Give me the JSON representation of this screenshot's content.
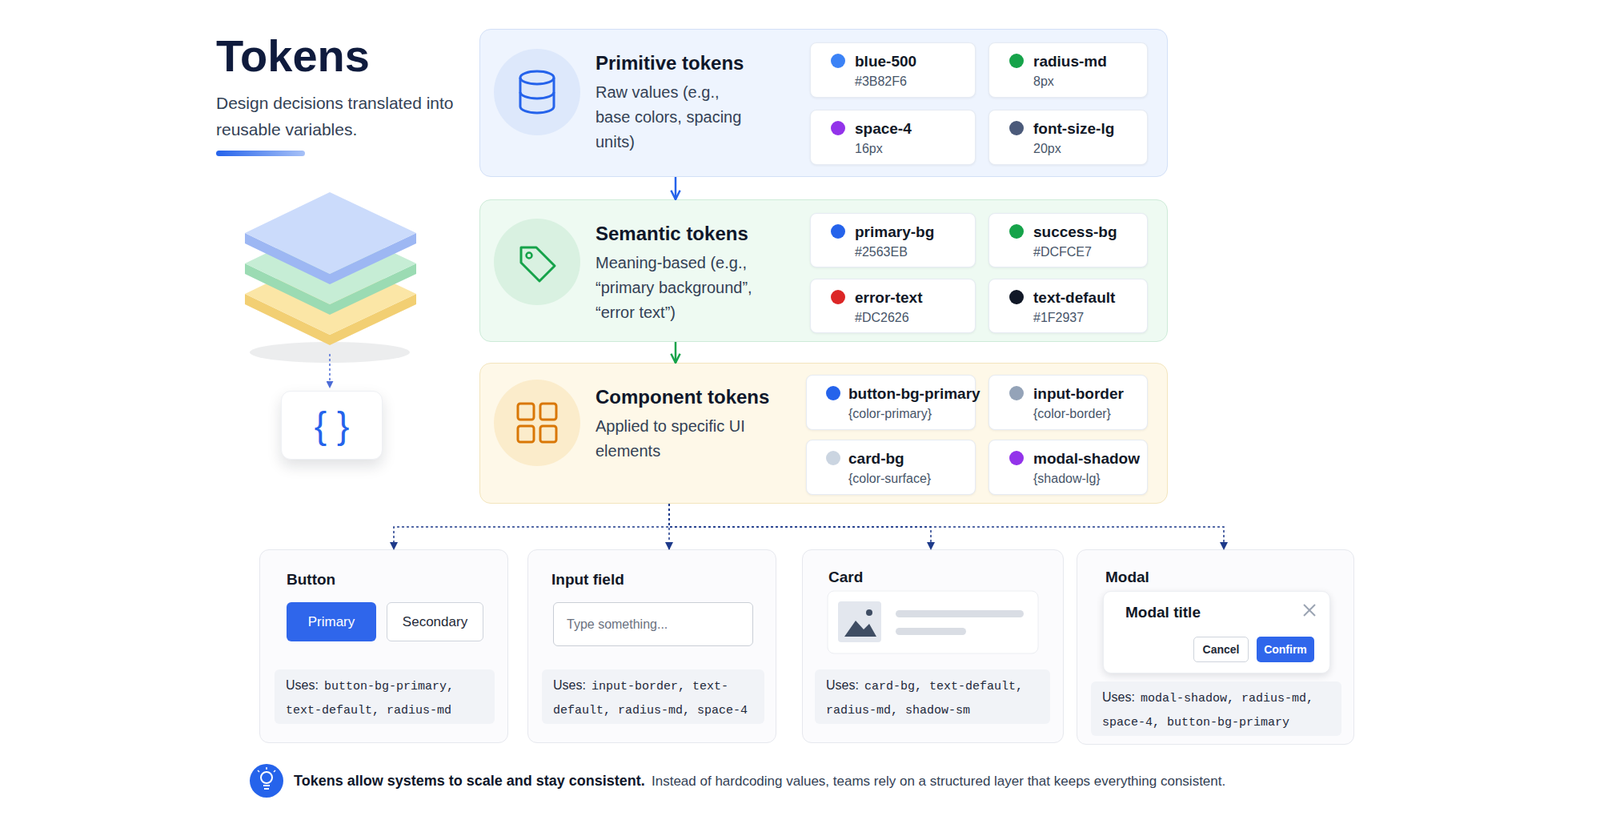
{
  "diagram": {
    "title": "Tokens",
    "nodes": [
      {
        "text": [
          "Primitive tokens",
          "Raw values (e.g., base colors, spacing units)"
        ]
      },
      {
        "text": [
          "blue-500",
          "#3B82F6"
        ],
        "in": 0
      },
      {
        "text": [
          "radius-md",
          "8px"
        ],
        "in": 0
      },
      {
        "text": [
          "space-4",
          "16px"
        ],
        "in": 0
      },
      {
        "text": [
          "font-size-lg",
          "20px"
        ],
        "in": 0
      },
      {
        "text": [
          "Semantic tokens",
          "Meaning-based (e.g., “primary background”, “error text”)"
        ]
      },
      {
        "text": [
          "primary-bg",
          "#2563EB"
        ],
        "in": 5
      },
      {
        "text": [
          "success-bg",
          "#DCFCE7"
        ],
        "in": 5
      },
      {
        "text": [
          "error-text",
          "#DC2626"
        ],
        "in": 5
      },
      {
        "text": [
          "text-default",
          "#1F2937"
        ],
        "in": 5
      },
      {
        "text": [
          "Component tokens",
          "Applied to specific UI elements"
        ]
      },
      {
        "text": [
          "button-bg-primary",
          "{color-primary}"
        ],
        "in": 10
      },
      {
        "text": [
          "input-border",
          "{color-border}"
        ],
        "in": 10
      },
      {
        "text": [
          "card-bg",
          "{color-surface}"
        ],
        "in": 10
      },
      {
        "text": [
          "modal-shadow",
          "{shadow-lg}"
        ],
        "in": 10
      },
      {
        "text": [
          "Button"
        ]
      },
      {
        "text": [
          "Primary"
        ],
        "in": 15
      },
      {
        "text": [
          "Secondary"
        ],
        "in": 15
      },
      {
        "text": [
          "Uses:",
          "button-bg-primary, text-default, radius-md"
        ],
        "in": 15
      },
      {
        "text": [
          "Input field"
        ]
      },
      {
        "text": [
          "Type something..."
        ],
        "in": 19
      },
      {
        "text": [
          "Uses:",
          "input-border, text-default, radius-md, space-4"
        ],
        "in": 19
      },
      {
        "text": [
          "Card"
        ]
      },
      {
        "text": [
          "Uses:",
          "card-bg, text-default, radius-md, shadow-sm"
        ],
        "in": 22
      },
      {
        "text": [
          "Modal"
        ]
      },
      {
        "text": [
          "Modal title"
        ],
        "in": 24
      },
      {
        "text": [
          "Cancel"
        ],
        "in": 25
      },
      {
        "text": [
          "Confirm"
        ],
        "in": 25
      },
      {
        "text": [
          "Uses:",
          "modal-shadow, radius-md, space-4, button-bg-primary"
        ],
        "in": 24
      },
      {
        "text": [
          "{ }"
        ]
      }
    ],
    "edges": [
      {
        "from": 0,
        "to": 5,
        "arrow": "to"
      },
      {
        "from": 5,
        "to": 10,
        "arrow": "to"
      },
      {
        "from": 10,
        "to": 15,
        "arrow": "to"
      },
      {
        "from": 10,
        "to": 19,
        "arrow": "to"
      },
      {
        "from": 10,
        "to": 22,
        "arrow": "to"
      },
      {
        "from": 10,
        "to": 24,
        "arrow": "to"
      }
    ],
    "labels": [
      "Design decisions translated into reusable variables.",
      "Tokens allow systems to scale and stay consistent.",
      "Instead of hardcoding values, teams rely on a structured layer that keeps everything consistent."
    ]
  }
}
